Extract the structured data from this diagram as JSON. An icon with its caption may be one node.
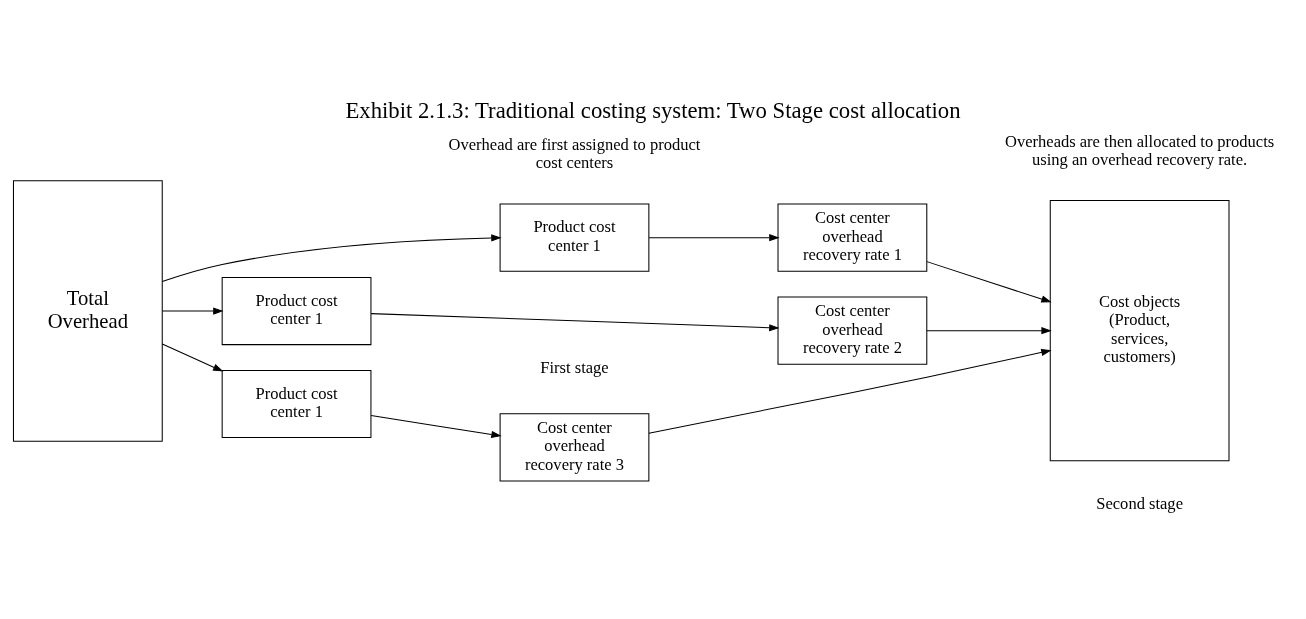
{
  "diagram": {
    "title": "Exhibit 2.1.3: Traditional costing system: Two Stage cost allocation",
    "nodes": [
      {
        "text": [
          "Total Overhead"
        ]
      },
      {
        "text": [
          "Product cost center 1"
        ]
      },
      {
        "text": [
          "Product cost center 1"
        ]
      },
      {
        "text": [
          "Product cost center 1"
        ]
      },
      {
        "text": [
          "Cost center overhead recovery rate 1"
        ]
      },
      {
        "text": [
          "Cost center overhead recovery rate 2"
        ]
      },
      {
        "text": [
          "Cost center overhead recovery rate 3"
        ]
      },
      {
        "text": [
          "Cost objects (Product, services, customers)"
        ]
      }
    ],
    "edges": [
      {
        "from": 0,
        "to": 1,
        "arrow": "to"
      },
      {
        "from": 0,
        "to": 2,
        "arrow": "to"
      },
      {
        "from": 0,
        "to": 3,
        "arrow": "to"
      },
      {
        "from": 1,
        "to": 4,
        "arrow": "to"
      },
      {
        "from": 2,
        "to": 5,
        "arrow": "to"
      },
      {
        "from": 3,
        "to": 6,
        "arrow": "to"
      },
      {
        "from": 4,
        "to": 7,
        "arrow": "to"
      },
      {
        "from": 5,
        "to": 7,
        "arrow": "to"
      },
      {
        "from": 6,
        "to": 7,
        "arrow": "to"
      }
    ],
    "labels": [
      "Overhead are first assigned to product cost centers",
      "Overheads are then allocated to products using an overhead recovery rate.",
      "First stage",
      "Second stage"
    ]
  }
}
